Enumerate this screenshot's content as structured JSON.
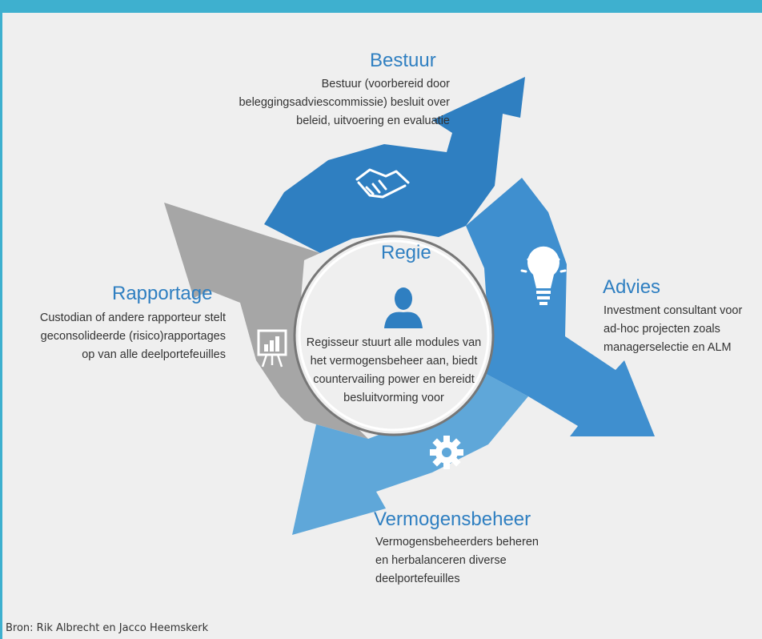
{
  "regie": {
    "title": "Regie",
    "text": "Regisseur stuurt alle modules van het vermogensbeheer aan, biedt countervailing power en bereidt besluitvorming voor",
    "icon": "person-icon"
  },
  "bestuur": {
    "title": "Bestuur",
    "lines": [
      "Bestuur (voorbereid door",
      "beleggingsadviescommissie) besluit over",
      "beleid, uitvoering en evaluatie"
    ],
    "icon": "handshake-icon",
    "color": "#2f7fc1"
  },
  "advies": {
    "title": "Advies",
    "lines": [
      "Investment consultant voor",
      "ad-hoc projecten zoals",
      "managerselectie en ALM"
    ],
    "icon": "lightbulb-icon",
    "color": "#3f8fcf"
  },
  "vermogensbeheer": {
    "title": "Vermogensbeheer",
    "lines": [
      "Vermogensbeheerders beheren",
      "en herbalanceren diverse",
      "deelportefeuilles"
    ],
    "icon": "gear-icon",
    "color": "#5fa7d9"
  },
  "rapportage": {
    "title": "Rapportage",
    "lines": [
      "Custodian of andere rapporteur stelt",
      "geconsolideerde (risico)rapportages",
      "op van alle deelportefeuilles"
    ],
    "icon": "presentation-chart-icon",
    "color": "#a6a6a6"
  },
  "source": "Bron: Rik Albrecht en Jacco Heemskerk"
}
